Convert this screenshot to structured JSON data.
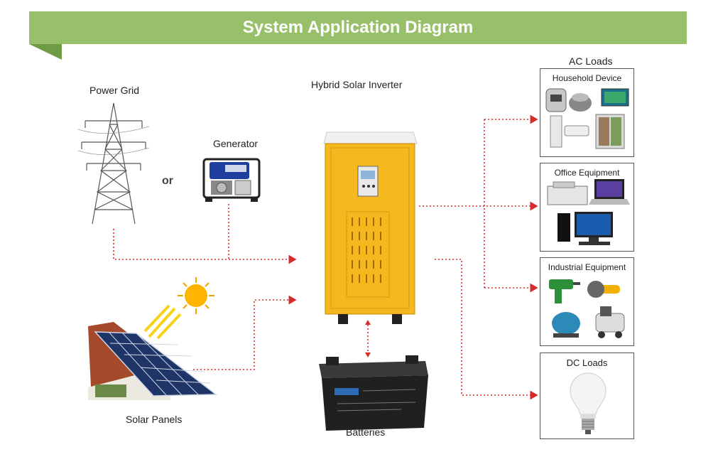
{
  "banner": {
    "title": "System Application Diagram"
  },
  "sources": {
    "power_grid": "Power Grid",
    "or_text": "or",
    "generator": "Generator",
    "solar_panels": "Solar Panels"
  },
  "inverter": {
    "label": "Hybrid Solar Inverter"
  },
  "batteries": {
    "label": "Batteries"
  },
  "ac_loads": {
    "label": "AC Loads",
    "groups": [
      {
        "title": "Household Device"
      },
      {
        "title": "Office Equipment"
      },
      {
        "title": "Industrial Equipment"
      }
    ]
  },
  "dc_loads": {
    "title": "DC Loads"
  },
  "colors": {
    "banner": "#98c06a",
    "inverter": "#f5b81f",
    "connector": "#d62b2b"
  }
}
